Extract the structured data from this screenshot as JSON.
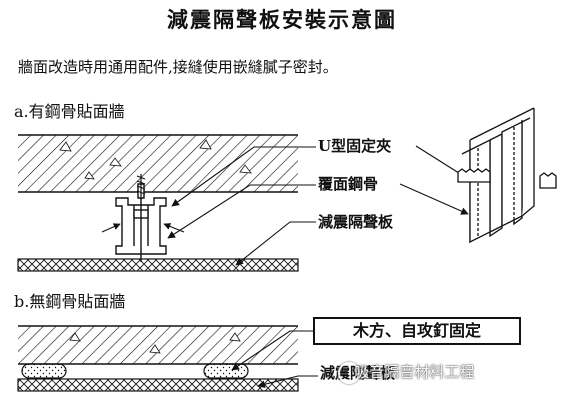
{
  "title": "減震隔聲板安裝示意圖",
  "note": "牆面改造時用通用配件,接縫使用嵌縫膩子密封。",
  "sections": {
    "a": "a.有鋼骨貼面牆",
    "b": "b.無鋼骨貼面牆"
  },
  "labels": {
    "u_clip": "U型固定夾",
    "steel_channel": "覆面鋼骨",
    "board_a": "減震隔聲板",
    "wood_screw": "木方、自攻釘固定",
    "board_b": "減震隔聲板"
  },
  "watermark": {
    "text": "吸音隔音材料工程",
    "logo": "wechat-logo-icon"
  },
  "colors": {
    "ink": "#111111",
    "paper": "#ffffff"
  }
}
